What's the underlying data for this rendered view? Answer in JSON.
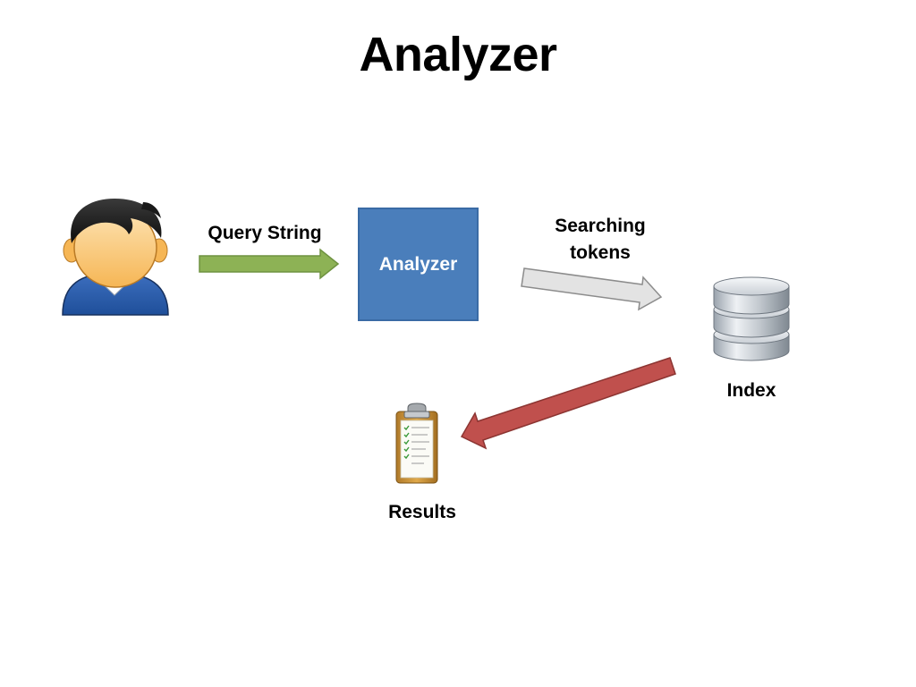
{
  "title": "Analyzer",
  "nodes": {
    "user": {
      "icon": "user-icon"
    },
    "analyzer": {
      "label": "Analyzer",
      "color": "#4a7ebb"
    },
    "index": {
      "label": "Index",
      "icon": "database-icon"
    },
    "results": {
      "label": "Results",
      "icon": "clipboard-icon"
    }
  },
  "edges": {
    "query": {
      "label": "Query String",
      "color": "#8db255"
    },
    "searching": {
      "label_line1": "Searching",
      "label_line2": "tokens",
      "color": "#d9d9d9"
    },
    "results": {
      "color": "#c0504d"
    }
  }
}
